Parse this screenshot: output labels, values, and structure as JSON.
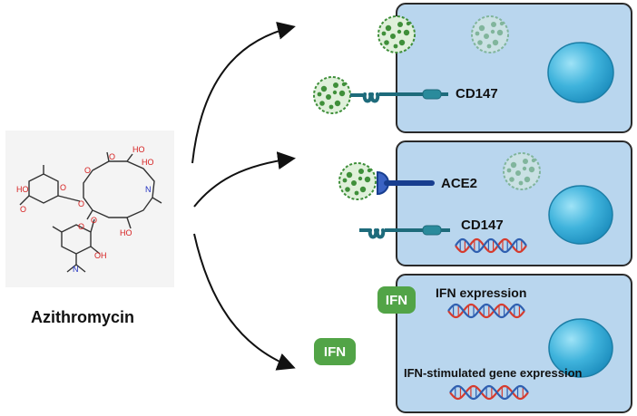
{
  "drug": {
    "name": "Azithromycin"
  },
  "structure_atoms": {
    "o1": "O",
    "o2": "O",
    "o3": "O",
    "o4": "O",
    "o5": "O",
    "o6": "O",
    "o7": "O",
    "ho1": "HO",
    "oh1": "OH",
    "ho2": "HO",
    "ho3": "HO",
    "ho4": "HO",
    "n1": "N",
    "n2": "N"
  },
  "panel1": {
    "receptor_label": "CD147"
  },
  "panel2": {
    "receptor1_label": "ACE2",
    "receptor2_label": "CD147"
  },
  "panel3": {
    "badge": "IFN",
    "expression_label": "IFN expression",
    "isg_label": "IFN-stimulated gene expression"
  },
  "outside_badge": "IFN",
  "colors": {
    "cell_fill": "#b9d6ee",
    "cell_border": "#2a2a2a",
    "nucleus": "#3fb3dc",
    "receptor": "#1e6b7b",
    "ace2": "#183e8f",
    "virus": "#3f8f3a",
    "ifn_green": "#52a447",
    "dna_red": "#d63b2e",
    "dna_blue": "#2f5fb0"
  }
}
